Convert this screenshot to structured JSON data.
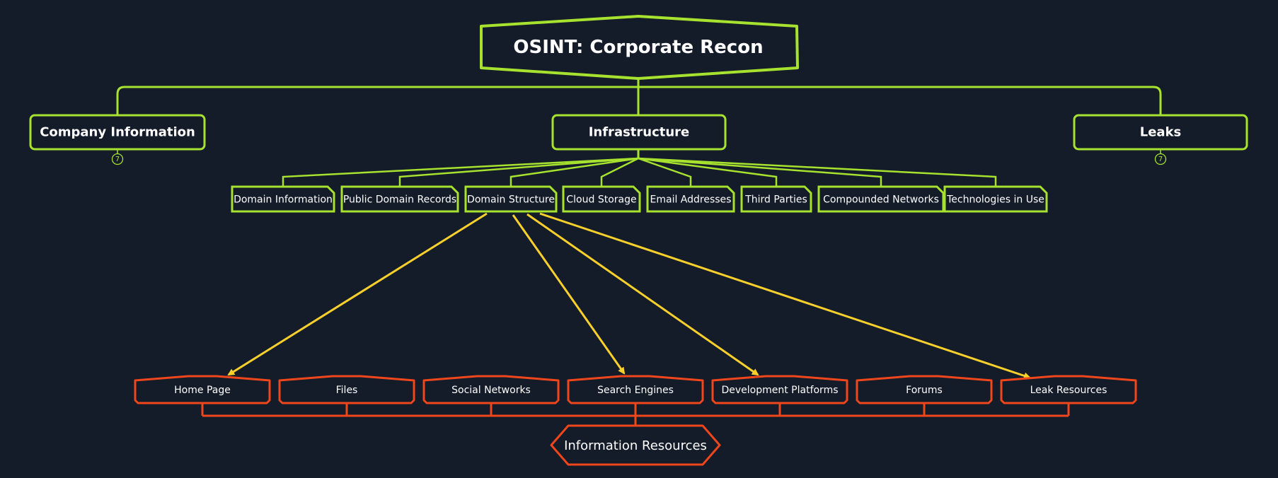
{
  "colors": {
    "background": "#141b29",
    "green": "#a6e22e",
    "yellow": "#f7d02c",
    "orange": "#f0461b",
    "text": "#ffffff",
    "node_fill": "#141b29"
  },
  "root": {
    "label": "OSINT: Corporate Recon"
  },
  "main_topics": [
    {
      "id": "company",
      "label": "Company Information",
      "badge": "7"
    },
    {
      "id": "infra",
      "label": "Infrastructure",
      "badge": ""
    },
    {
      "id": "leaks",
      "label": "Leaks",
      "badge": "7"
    }
  ],
  "infrastructure_subtopics": [
    "Domain Information",
    "Public Domain Records",
    "Domain Structure",
    "Cloud Storage",
    "Email Addresses",
    "Third Parties",
    "Compounded Networks",
    "Technologies in Use"
  ],
  "resources": {
    "hub_label": "Information Resources",
    "items": [
      "Home Page",
      "Files",
      "Social Networks",
      "Search Engines",
      "Development Platforms",
      "Forums",
      "Leak Resources"
    ]
  },
  "relationships": {
    "from": "Domain Structure",
    "to": [
      "Home Page",
      "Search Engines",
      "Development Platforms",
      "Leak Resources"
    ]
  }
}
